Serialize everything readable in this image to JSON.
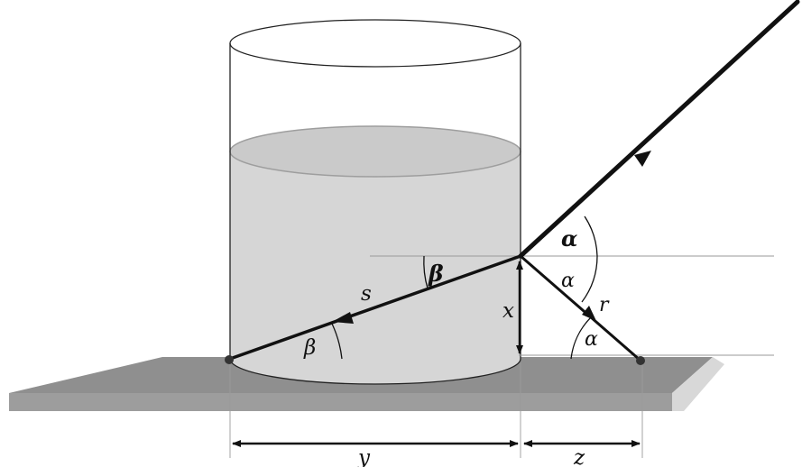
{
  "diagram": {
    "labels": {
      "alpha_incident": "α",
      "alpha_reflected": "α",
      "alpha_ground": "α",
      "beta_surface": "β",
      "beta_bottom": "β",
      "s": "s",
      "r": "r",
      "x": "x",
      "y": "y",
      "z": "z"
    },
    "colors": {
      "liquid": "#d6d6d6",
      "liquid_surface": "#c8c8c8",
      "plate_top": "#8f8f8f",
      "plate_side": "#bdbdbd",
      "ray": "#111111",
      "guide_line": "#9a9a9a"
    }
  }
}
